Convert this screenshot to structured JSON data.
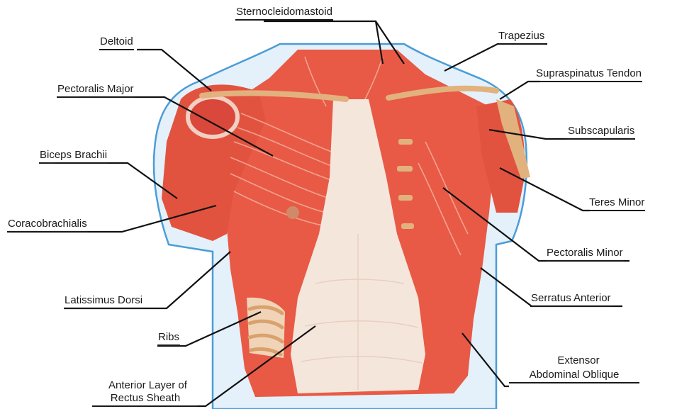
{
  "figure": {
    "subject": "Chest muscle anatomy",
    "colors": {
      "outline": "#4a9cd6",
      "skin_fill": "#e4f1fa",
      "muscle": "#e85a45",
      "muscle_dark": "#c93a2b",
      "tendon": "#f7e4d8",
      "bone": "#e2b27e",
      "leader_line": "#111111"
    }
  },
  "labels": {
    "sternocleidomastoid": "Sternocleidomastoid",
    "deltoid": "Deltoid",
    "trapezius": "Trapezius",
    "pectoralis_major": "Pectoralis Major",
    "supraspinatus_tendon": "Supraspinatus Tendon",
    "subscapularis": "Subscapularis",
    "biceps_brachii": "Biceps Brachii",
    "teres_minor": "Teres Minor",
    "coracobrachialis": "Coracobrachialis",
    "pectoralis_minor": "Pectoralis Minor",
    "latissimus_dorsi": "Latissimus Dorsi",
    "serratus_anterior": "Serratus Anterior",
    "ribs": "Ribs",
    "extensor_line1": "Extensor",
    "extensor_line2": "Abdominal Oblique",
    "rectus_line1": "Anterior Layer of",
    "rectus_line2": "Rectus Sheath"
  }
}
